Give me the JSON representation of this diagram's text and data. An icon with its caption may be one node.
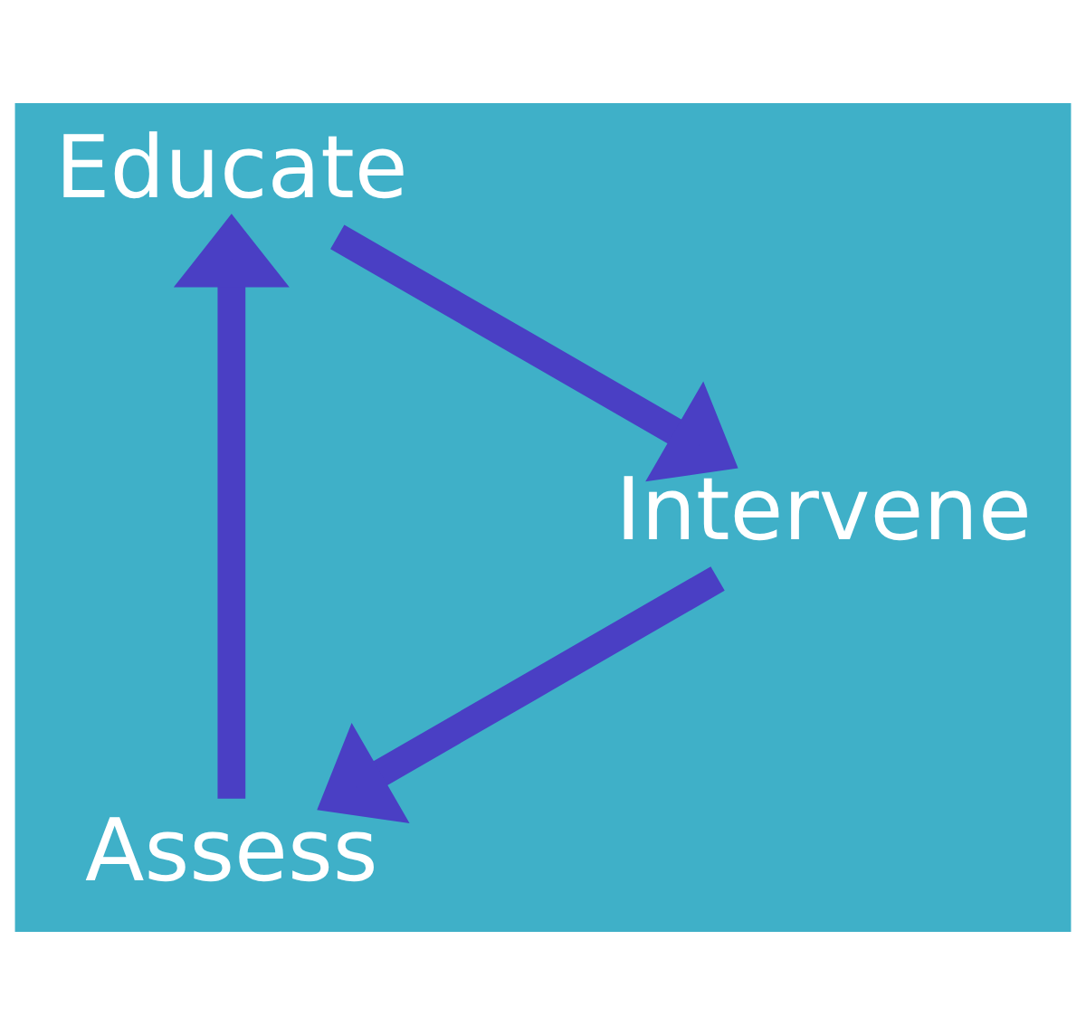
{
  "diagram": {
    "nodes": [
      {
        "text": [
          "Assess"
        ]
      },
      {
        "text": [
          "Educate"
        ]
      },
      {
        "text": [
          "Intervene"
        ]
      }
    ],
    "edges": [
      {
        "from": 0,
        "to": 1,
        "arrow": "to"
      },
      {
        "from": 1,
        "to": 2,
        "arrow": "to"
      },
      {
        "from": 2,
        "to": 0,
        "arrow": "to"
      }
    ]
  }
}
